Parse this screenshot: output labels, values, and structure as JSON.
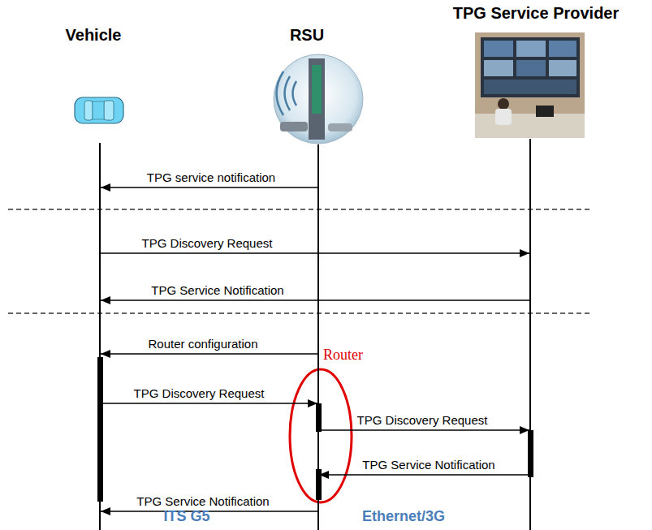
{
  "diagram": {
    "nodes": [
      {
        "text": [
          "Vehicle"
        ]
      },
      {
        "text": [
          "RSU"
        ]
      },
      {
        "text": [
          "TPG Service Provider"
        ]
      }
    ],
    "edges": [
      {
        "from": 1,
        "to": 0,
        "arrow": "to",
        "label": "TPG service notification"
      },
      {
        "from": 0,
        "to": 2,
        "arrow": "to",
        "label": "TPG Discovery Request"
      },
      {
        "from": 2,
        "to": 0,
        "arrow": "to",
        "label": "TPG Service Notification"
      },
      {
        "from": 1,
        "to": 0,
        "arrow": "to",
        "label": "Router configuration"
      },
      {
        "from": 0,
        "to": 1,
        "arrow": "to",
        "label": "TPG Discovery Request"
      },
      {
        "from": 1,
        "to": 2,
        "arrow": "to",
        "label": "TPG Discovery Request"
      },
      {
        "from": 2,
        "to": 1,
        "arrow": "to",
        "label": "TPG Service Notification"
      },
      {
        "from": 1,
        "to": 0,
        "arrow": "to",
        "label": "TPG Service Notification"
      }
    ],
    "labels": [
      "Router",
      "ITS G5",
      "Ethernet/3G"
    ]
  }
}
